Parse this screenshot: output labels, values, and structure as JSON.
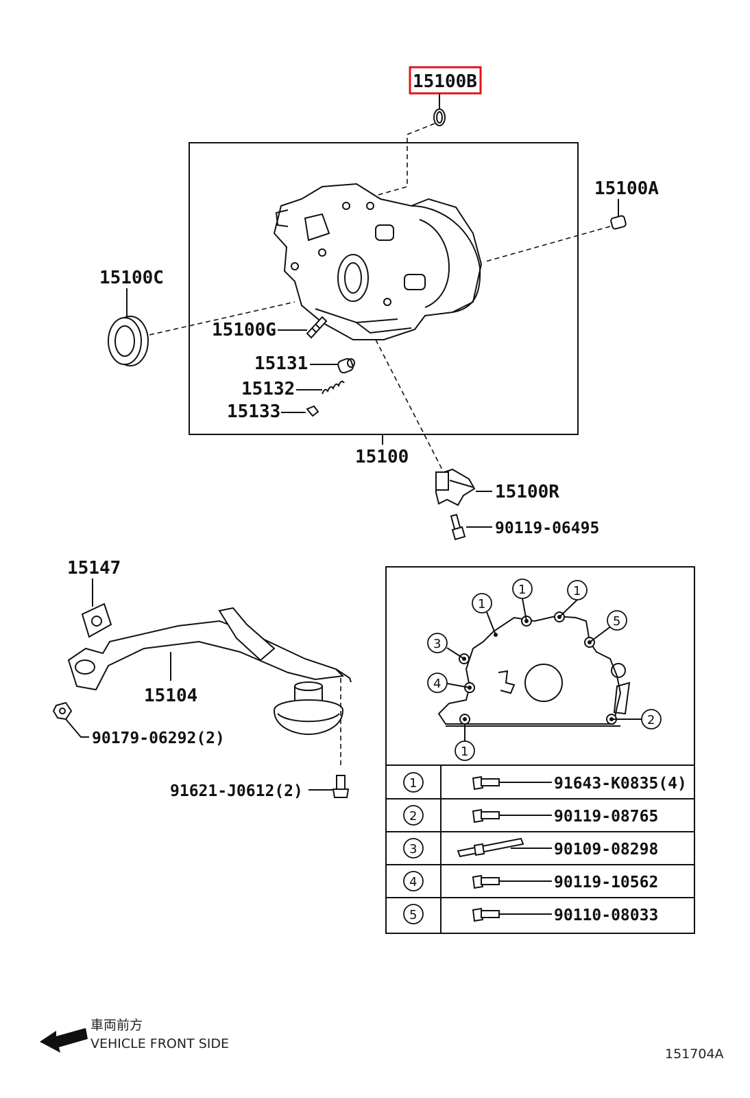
{
  "labels": {
    "part_15100B": "15100B",
    "part_15100A": "15100A",
    "part_15100C": "15100C",
    "part_15100G": "15100G",
    "part_15131": "15131",
    "part_15132": "15132",
    "part_15133": "15133",
    "part_15100": "15100",
    "part_15100R": "15100R",
    "part_90119_06495": "90119-06495",
    "part_15147": "15147",
    "part_15104": "15104",
    "part_90179_06292": "90179-06292(2)",
    "part_91621_J0612": "91621-J0612(2)"
  },
  "bolt_table": {
    "rows": [
      {
        "num": "1",
        "part": "91643-K0835(4)"
      },
      {
        "num": "2",
        "part": "90119-08765"
      },
      {
        "num": "3",
        "part": "90109-08298"
      },
      {
        "num": "4",
        "part": "90119-10562"
      },
      {
        "num": "5",
        "part": "90110-08033"
      }
    ]
  },
  "bolt_callouts": {
    "c1a": "1",
    "c1b": "1",
    "c1c": "1",
    "c5": "5",
    "c3": "3",
    "c4": "4",
    "c2": "2",
    "c1d": "1"
  },
  "footer": {
    "japanese": "車両前方",
    "direction": "VEHICLE FRONT SIDE",
    "figure_code": "151704A"
  },
  "colors": {
    "highlight": "#e0151a",
    "ink": "#111111"
  }
}
